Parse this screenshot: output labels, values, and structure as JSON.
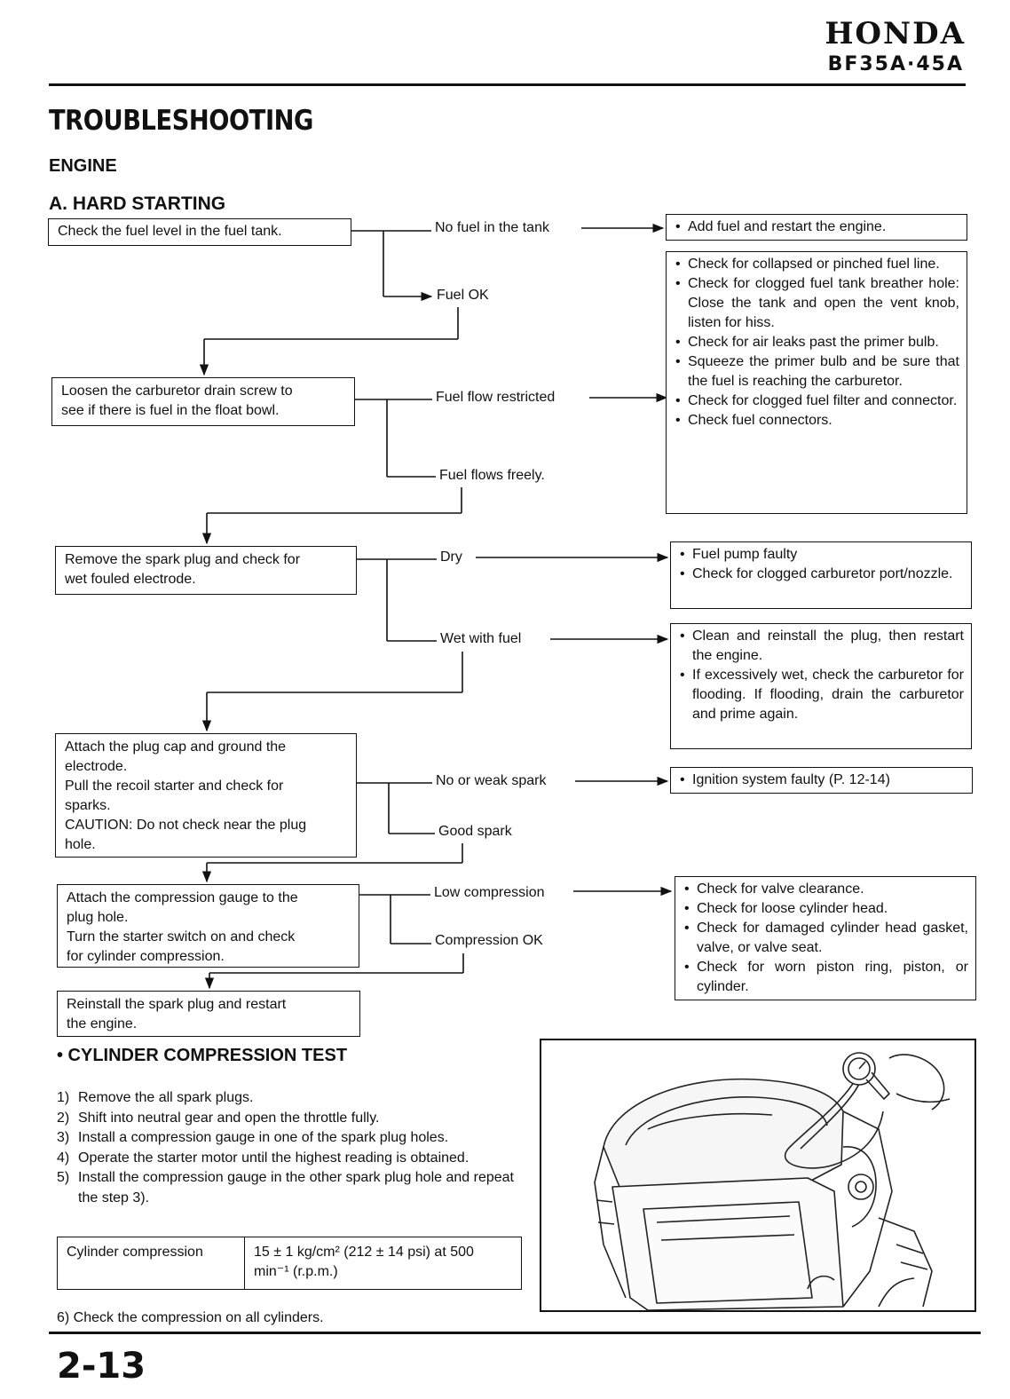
{
  "header": {
    "brand": "HONDA",
    "model": "BF35A·45A"
  },
  "title": "TROUBLESHOOTING",
  "section": "ENGINE",
  "subsection": "A. HARD STARTING",
  "flow": {
    "step1": {
      "lines": [
        "Check the fuel level in the fuel tank."
      ]
    },
    "step1_no": "No fuel in the tank",
    "step1_no_remedy": [
      "Add fuel and restart the engine."
    ],
    "step1_ok": "Fuel OK",
    "step2": {
      "lines": [
        "Loosen the carburetor drain screw to",
        "see if there is fuel in the float bowl."
      ]
    },
    "step2_bad": "Fuel flow restricted",
    "step2_bad_remedy": [
      "Check for collapsed or pinched fuel line.",
      "Check for clogged fuel tank breather hole: Close the tank and open the vent knob, listen for hiss.",
      "Check for air leaks past the primer bulb.",
      "Squeeze the primer bulb and be sure that the fuel is reaching the carburetor.",
      "Check for clogged fuel filter and connector.",
      "Check fuel connectors."
    ],
    "step2_ok": "Fuel flows freely.",
    "step3": {
      "lines": [
        "Remove the spark plug and check for",
        "wet fouled electrode."
      ]
    },
    "step3_dry": "Dry",
    "step3_dry_remedy": [
      "Fuel pump faulty",
      "Check for clogged carburetor port/nozzle."
    ],
    "step3_wet": "Wet with fuel",
    "step3_wet_remedy": [
      "Clean and reinstall the plug, then restart the engine.",
      "If excessively wet, check the carburetor for flooding. If flooding, drain the carburetor and prime again."
    ],
    "step4": {
      "lines": [
        "Attach the plug cap and ground the",
        "electrode.",
        "Pull the recoil starter and check for",
        "sparks.",
        "CAUTION: Do not check near the plug",
        "hole."
      ]
    },
    "step4_bad": "No or weak spark",
    "step4_bad_remedy": [
      "Ignition system faulty (P. 12-14)"
    ],
    "step4_ok": "Good spark",
    "step5": {
      "lines": [
        "Attach the compression gauge to the",
        "plug hole.",
        "Turn the starter switch on and check",
        "for cylinder compression."
      ]
    },
    "step5_bad": "Low compression",
    "step5_bad_remedy": [
      "Check for valve clearance.",
      "Check for loose cylinder head.",
      "Check for damaged cylinder head gasket, valve, or valve seat.",
      "Check for worn piston ring, piston, or cylinder."
    ],
    "step5_ok": "Compression OK",
    "step6": {
      "lines": [
        "Reinstall the spark plug and restart",
        "the engine."
      ]
    }
  },
  "compression_test": {
    "heading": "• CYLINDER COMPRESSION TEST",
    "steps": [
      {
        "num": "1)",
        "text": "Remove the all spark plugs."
      },
      {
        "num": "2)",
        "text": "Shift into neutral gear and open the throttle fully."
      },
      {
        "num": "3)",
        "text": "Install a compression gauge in one of the spark plug holes."
      },
      {
        "num": "4)",
        "text": "Operate the starter motor until the highest reading is obtained."
      },
      {
        "num": "5)",
        "text": "Install the compression gauge in the other spark plug hole and repeat the step 3)."
      }
    ],
    "spec_label": "Cylinder compression",
    "spec_value": "15 ± 1 kg/cm² (212 ± 14 psi) at 500 min⁻¹ (r.p.m.)",
    "final_step": "6) Check the compression on all cylinders."
  },
  "page_number": "2-13"
}
